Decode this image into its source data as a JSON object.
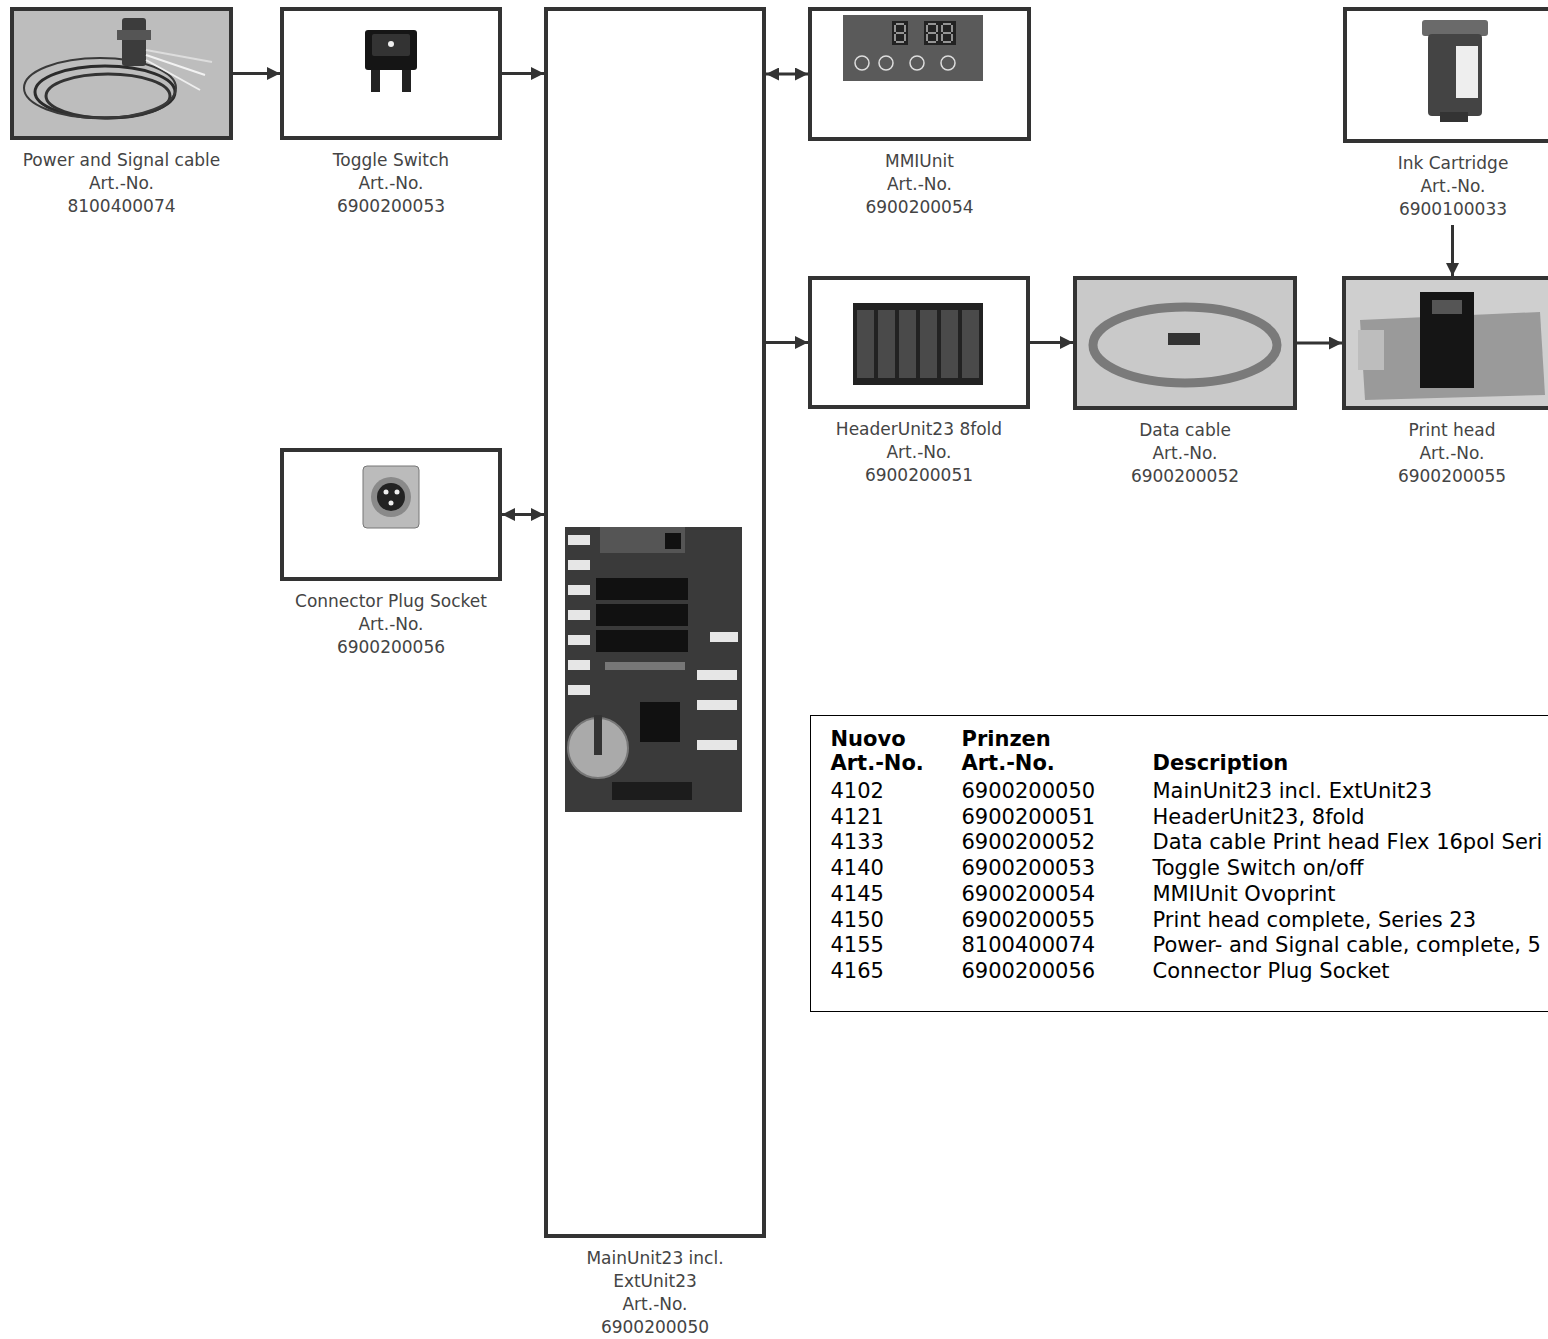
{
  "diagram": {
    "nodes": [
      {
        "text": [
          "Power and Signal cable",
          "Art.-No.",
          "8100400074"
        ]
      },
      {
        "text": [
          "Toggle Switch",
          "Art.-No.",
          "6900200053"
        ]
      },
      {
        "text": [
          "MainUnit23 incl. ExtUnit23",
          "Art.-No.",
          "6900200050"
        ]
      },
      {
        "text": [
          "MMIUnit",
          "Art.-No.",
          "6900200054"
        ]
      },
      {
        "text": [
          "Ink Cartridge",
          "Art.-No.",
          "6900100033"
        ]
      },
      {
        "text": [
          "HeaderUnit23 8fold",
          "Art.-No.",
          "6900200051"
        ]
      },
      {
        "text": [
          "Data cable",
          "Art.-No.",
          "6900200052"
        ]
      },
      {
        "text": [
          "Print head",
          "Art.-No.",
          "6900200055"
        ]
      },
      {
        "text": [
          "Connector Plug Socket",
          "Art.-No.",
          "6900200056"
        ]
      },
      {
        "text": [
          "Nuovo",
          "Prinzen",
          "Art.-No.",
          "Art.-No.",
          "Description",
          "4102",
          "6900200050",
          "MainUnit23 incl. ExtUnit23",
          "4121",
          "6900200051",
          "HeaderUnit23, 8fold",
          "4133",
          "6900200052",
          "Data cable Print head Flex 16pol Seri",
          "4140",
          "6900200053",
          "Toggle Switch on/off",
          "4145",
          "6900200054",
          "MMIUnit Ovoprint",
          "4150",
          "6900200055",
          "Print head complete, Series 23",
          "4155",
          "8100400074",
          "Power- and Signal cable, complete, 5",
          "4165",
          "6900200056",
          "Connector Plug Socket"
        ]
      }
    ],
    "edges": [
      {
        "from": 0,
        "to": 1,
        "arrow": "to"
      },
      {
        "from": 1,
        "to": 2,
        "arrow": "to"
      },
      {
        "from": 2,
        "to": 3,
        "arrow": "both"
      },
      {
        "from": 2,
        "to": 5,
        "arrow": "to"
      },
      {
        "from": 5,
        "to": 6,
        "arrow": "to"
      },
      {
        "from": 6,
        "to": 7,
        "arrow": "to"
      },
      {
        "from": 4,
        "to": 7,
        "arrow": "to"
      },
      {
        "from": 8,
        "to": 2,
        "arrow": "both"
      }
    ]
  }
}
